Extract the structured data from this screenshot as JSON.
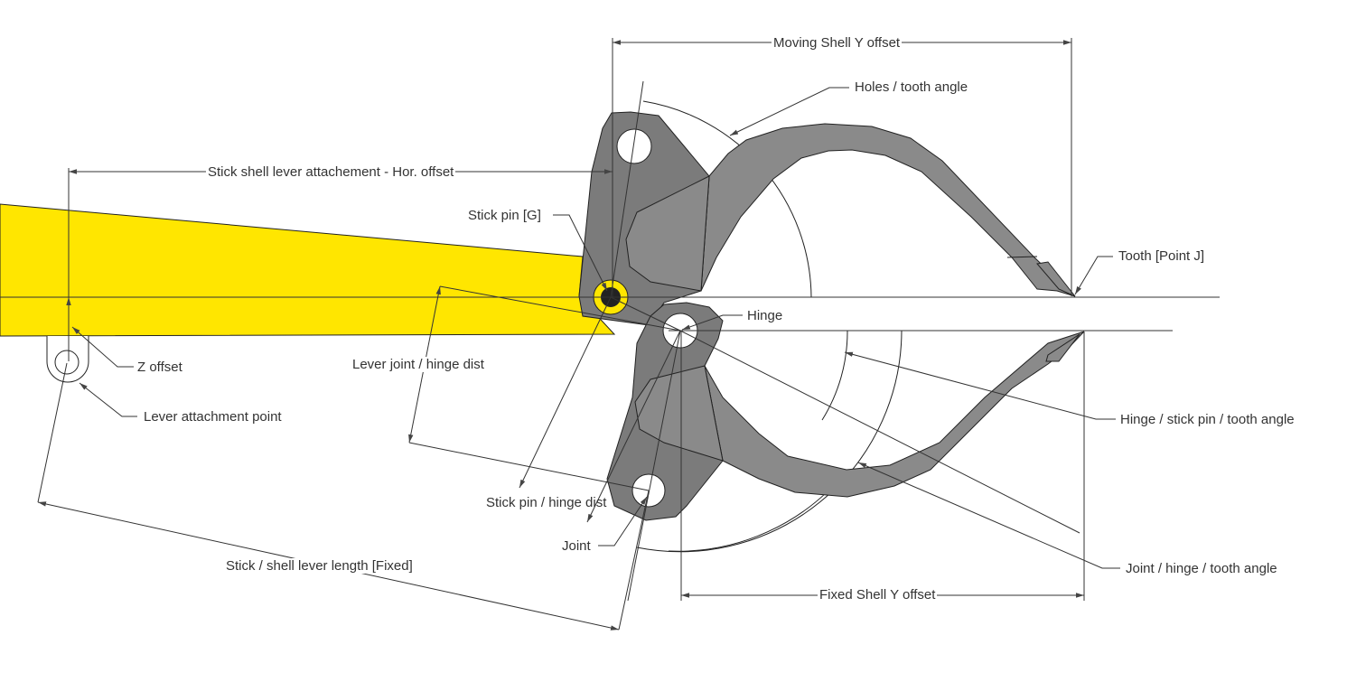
{
  "title": "Grapple / clamshell geometry diagram",
  "labels": {
    "moving_shell_y_offset": "Moving Shell Y offset",
    "holes_tooth_angle": "Holes / tooth angle",
    "stick_shell_lever_hor_offset": "Stick shell lever attachement - Hor. offset",
    "stick_pin": "Stick pin [G]",
    "tooth": "Tooth [Point J]",
    "hinge": "Hinge",
    "z_offset": "Z offset",
    "lever_joint_hinge_dist": "Lever joint / hinge dist",
    "lever_attachment_point": "Lever attachment point",
    "hinge_stick_pin_tooth_angle": "Hinge / stick pin / tooth angle",
    "stick_pin_hinge_dist": "Stick pin / hinge dist",
    "joint": "Joint",
    "joint_hinge_tooth_angle": "Joint / hinge / tooth angle",
    "stick_shell_lever_length": "Stick / shell lever length [Fixed]",
    "fixed_shell_y_offset": "Fixed Shell Y offset"
  },
  "colors": {
    "stick": "#ffe600",
    "plate": "#7b7b7b",
    "shell": "#8a8a8a",
    "pin": "#222222",
    "line": "#333333"
  }
}
